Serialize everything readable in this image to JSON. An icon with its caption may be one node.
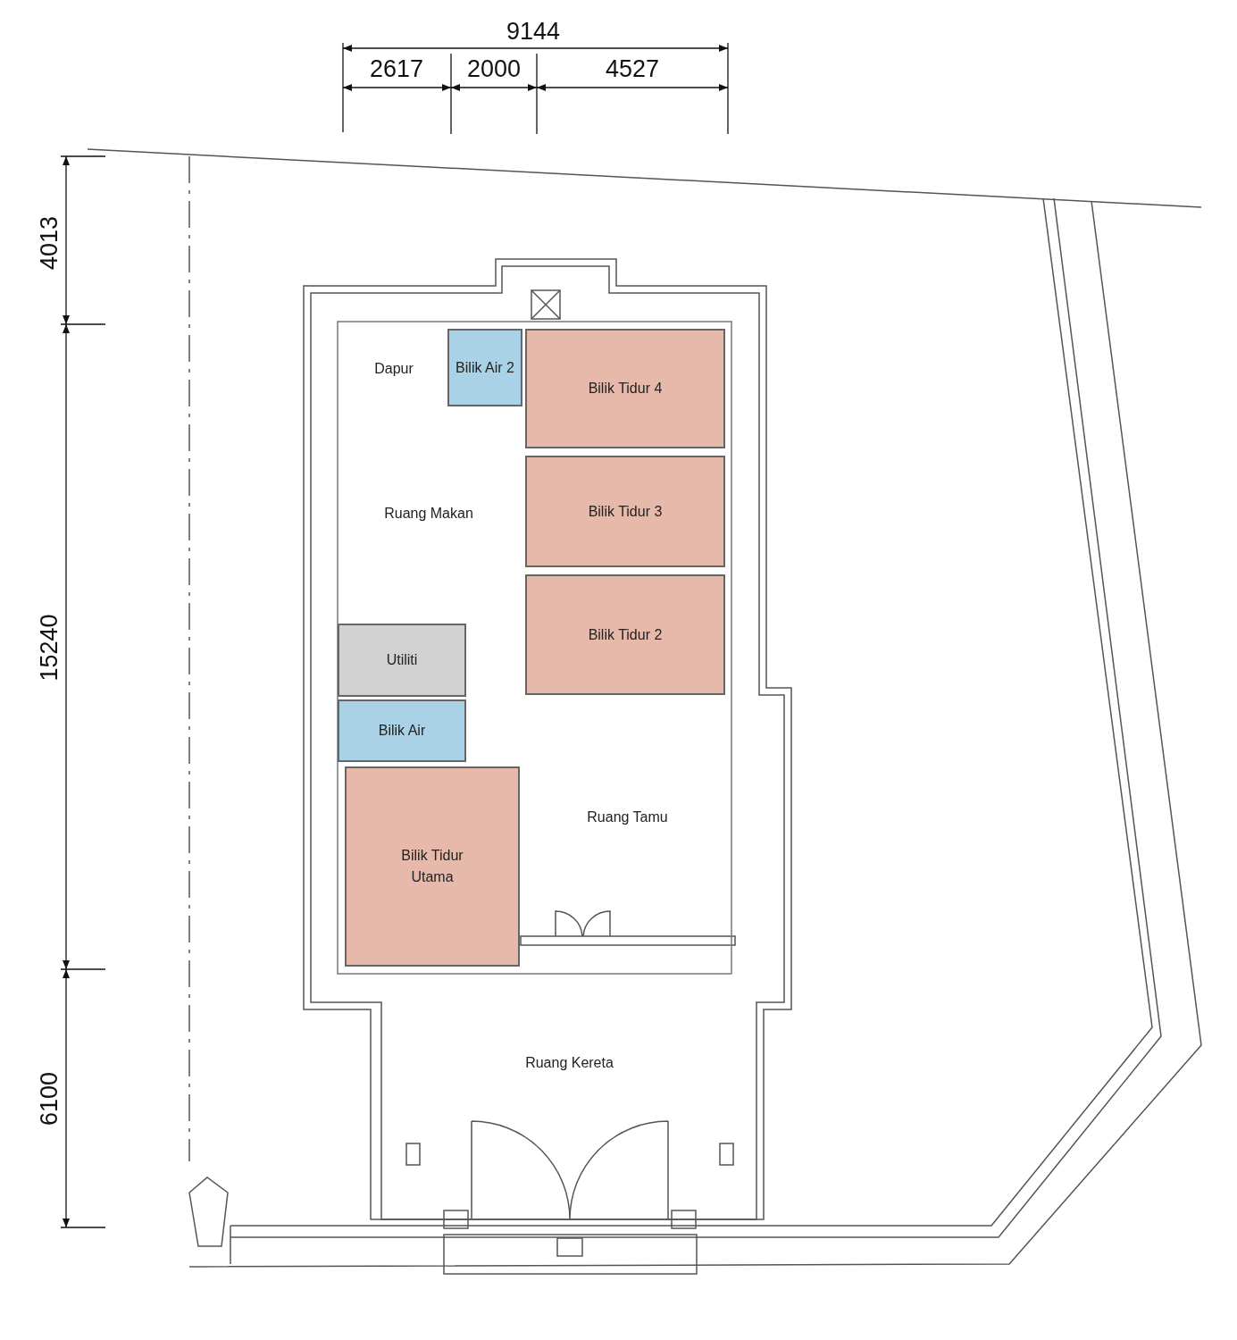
{
  "diagram": {
    "nodes": [
      {
        "text": [
          "Dapur"
        ]
      },
      {
        "text": [
          "Bilik Air 2"
        ]
      },
      {
        "text": [
          "Bilik Tidur 4"
        ]
      },
      {
        "text": [
          "Ruang Makan"
        ]
      },
      {
        "text": [
          "Bilik Tidur 3"
        ]
      },
      {
        "text": [
          "Bilik Tidur 2"
        ]
      },
      {
        "text": [
          "Utiliti"
        ]
      },
      {
        "text": [
          "Bilik Air"
        ]
      },
      {
        "text": [
          "Ruang Tamu"
        ]
      },
      {
        "text": [
          "Bilik Tidur Utama"
        ]
      },
      {
        "text": [
          "Ruang Kereta"
        ]
      }
    ],
    "edges": [],
    "labels": [
      "9144",
      "2617",
      "2000",
      "4527",
      "4013",
      "15240",
      "6100"
    ]
  }
}
